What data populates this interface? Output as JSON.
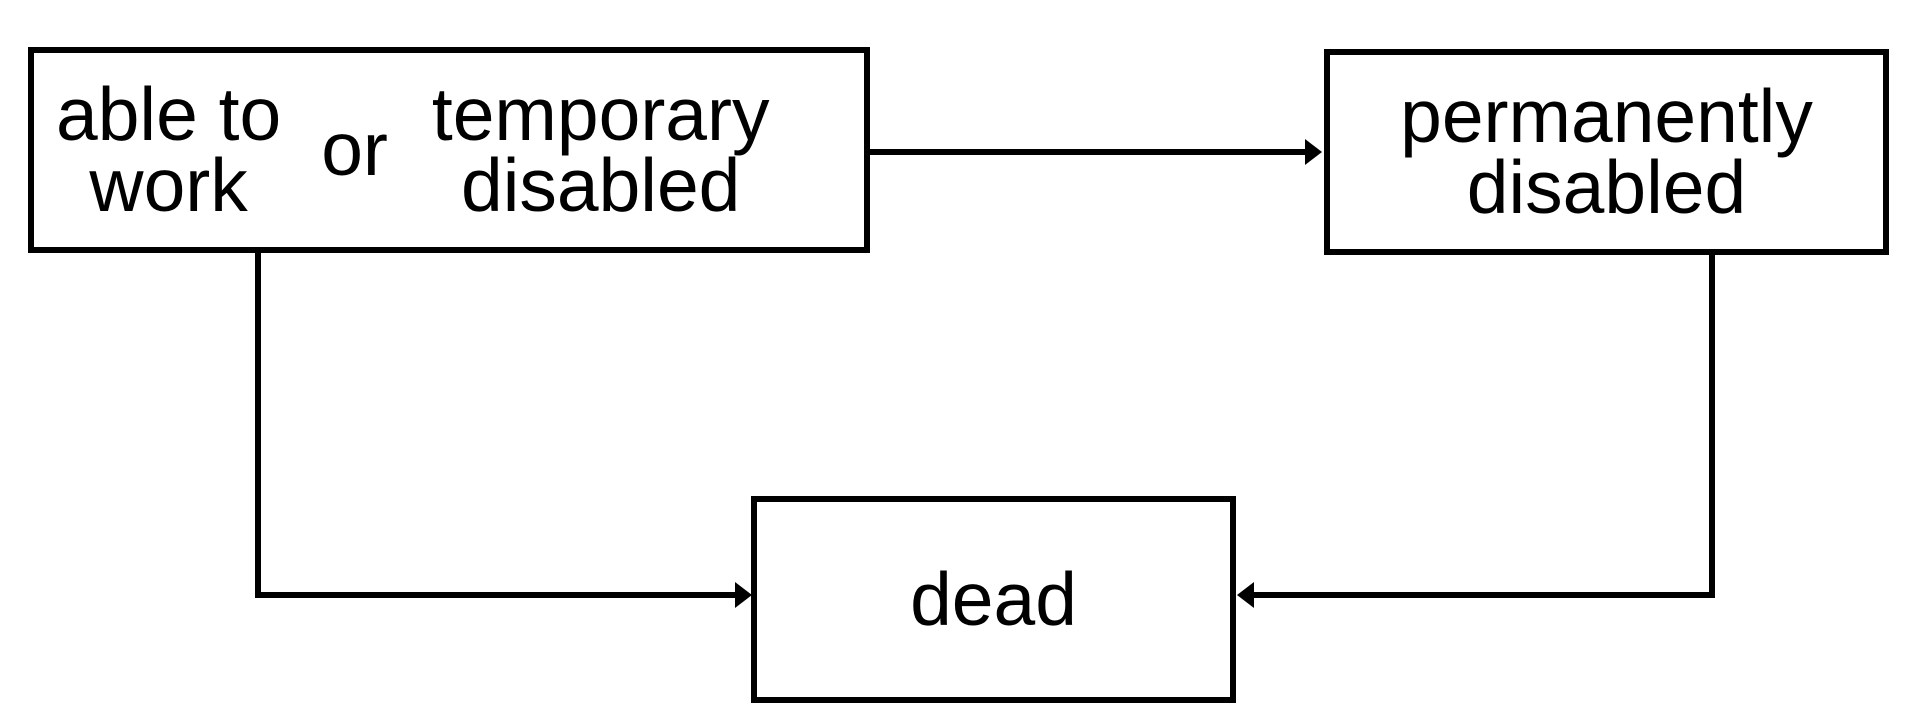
{
  "diagram": {
    "background": "#ffffff",
    "line_color": "#000000",
    "text_color": "#000000",
    "nodes": {
      "able_or_temporary": {
        "left_line1": "able to",
        "left_line2": "work",
        "conjunction": "or",
        "right_line1": "temporary",
        "right_line2": "disabled"
      },
      "permanently_disabled": {
        "line1": "permanently",
        "line2": "disabled"
      },
      "dead": {
        "label": "dead"
      }
    },
    "edges": [
      {
        "from": "able to work / temporary disabled",
        "to": "permanently disabled",
        "shape": "straight-right"
      },
      {
        "from": "able to work / temporary disabled",
        "to": "dead",
        "shape": "elbow-down-right"
      },
      {
        "from": "permanently disabled",
        "to": "dead",
        "shape": "elbow-down-left"
      }
    ]
  }
}
